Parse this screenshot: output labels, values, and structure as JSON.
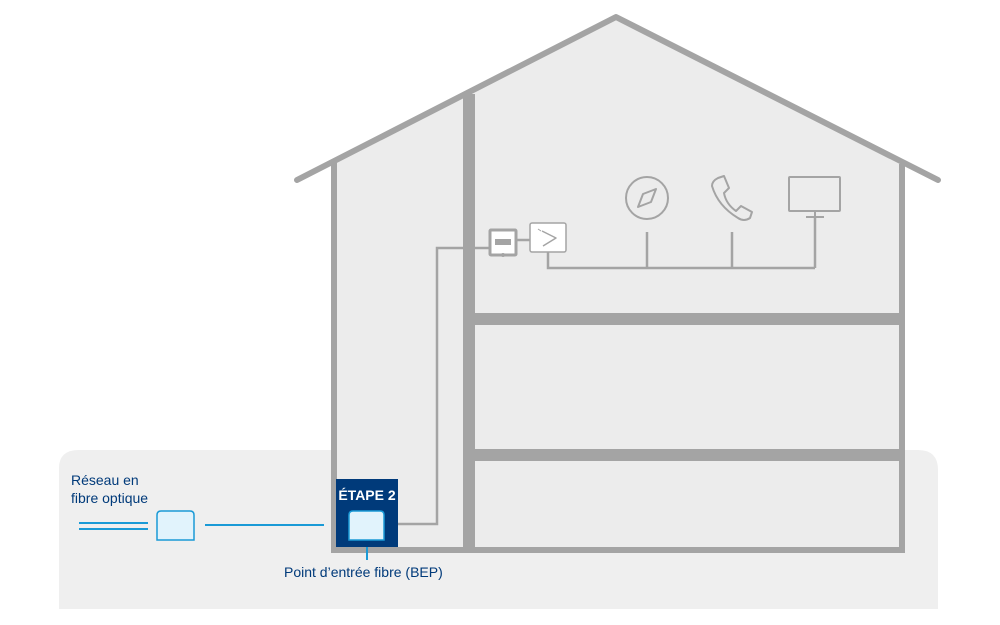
{
  "labels": {
    "network_line1": "Réseau en",
    "network_line2": "fibre optique",
    "step": "ÉTAPE 2",
    "bep": "Point d’entrée fibre (BEP)"
  },
  "icons": {
    "outlet": "fiber-outlet-icon",
    "termination": "optical-termination-icon",
    "router": "router-icon",
    "browser": "compass-icon",
    "phone": "phone-icon",
    "tv": "monitor-icon",
    "network": "fiber-cable-icon"
  },
  "colors": {
    "ground": "#efefef",
    "house_fill": "#ececec",
    "house_stroke": "#a4a4a4",
    "wire": "#a4a4a4",
    "fiber": "#1a9ad6",
    "highlight": "#003a7a",
    "box_fill": "#e1f3fc",
    "label_text": "#003a7a"
  }
}
